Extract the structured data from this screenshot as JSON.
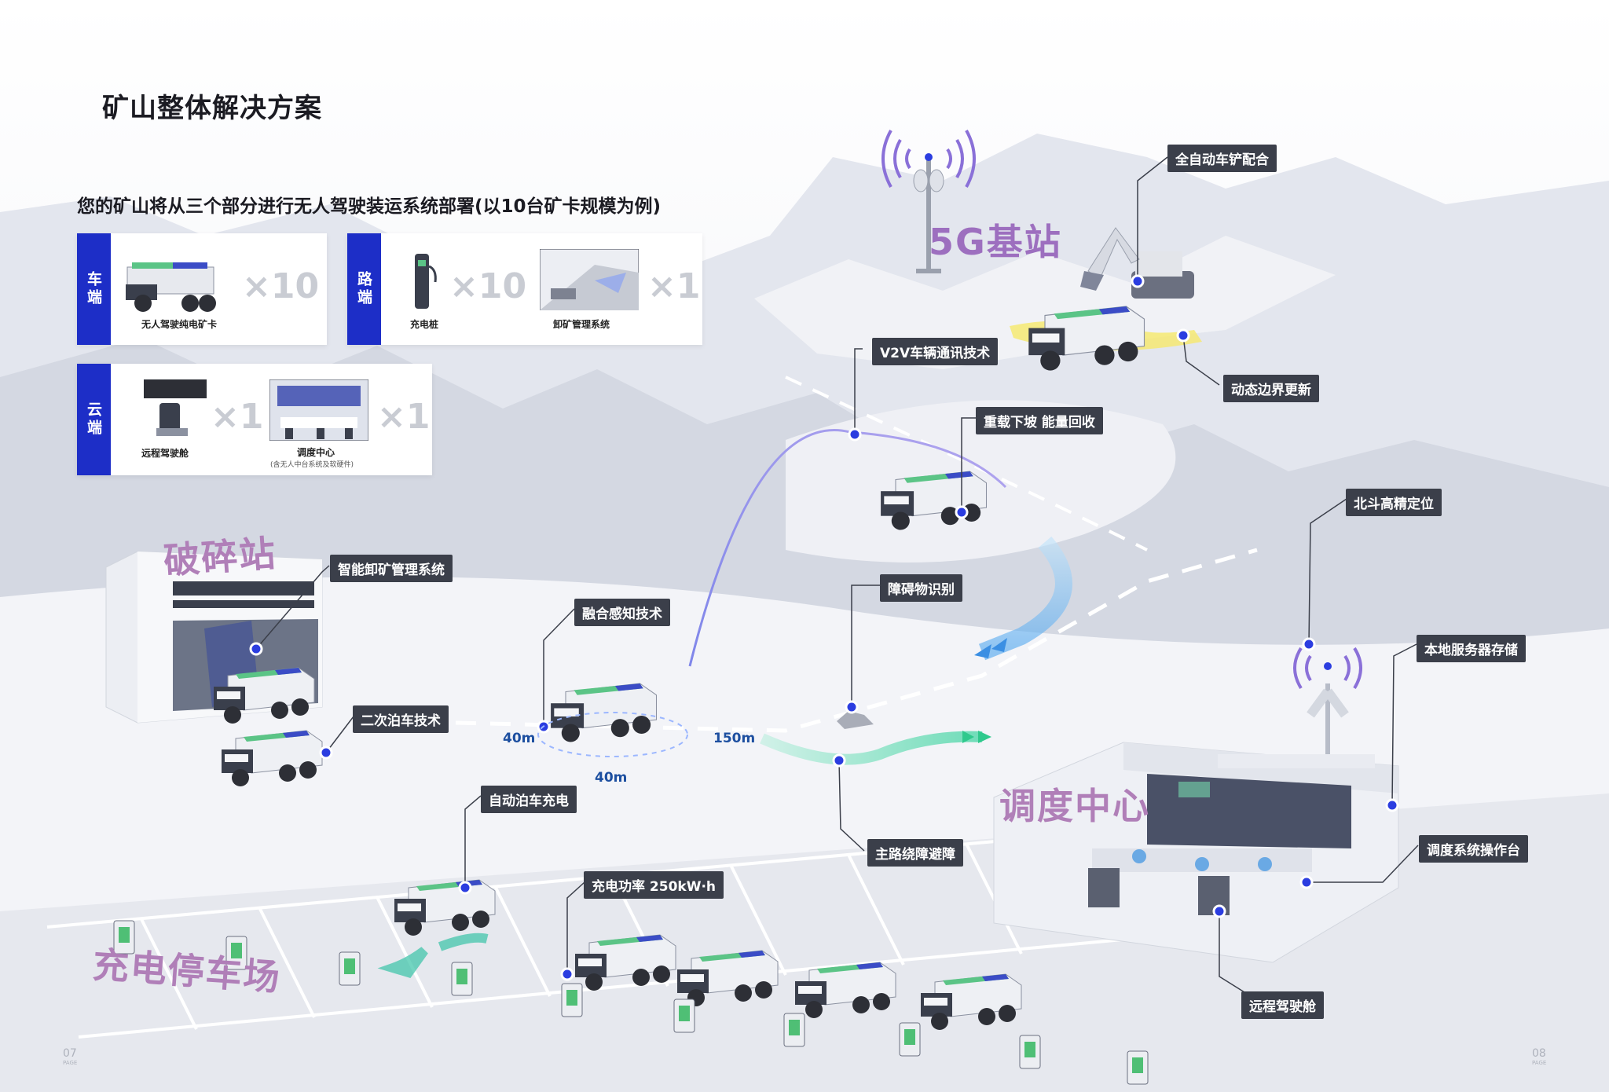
{
  "header": {
    "title": "矿山整体解决方案",
    "subtitle": "您的矿山将从三个部分进行无人驾驶装运系统部署(以10台矿卡规模为例)"
  },
  "cards": {
    "vehicle": {
      "side": "车端",
      "items": [
        {
          "icon": "mining-truck-icon",
          "mult": "×10",
          "caption": "无人驾驶纯电矿卡"
        }
      ]
    },
    "road": {
      "side": "路端",
      "items": [
        {
          "icon": "charging-pile-icon",
          "mult": "×10",
          "caption": "充电桩"
        },
        {
          "icon": "unloading-system-icon",
          "mult": "×1",
          "caption": "卸矿管理系统"
        }
      ]
    },
    "cloud": {
      "side": "云端",
      "items": [
        {
          "icon": "remote-cockpit-icon",
          "mult": "×1",
          "caption": "远程驾驶舱"
        },
        {
          "icon": "dispatch-center-icon",
          "mult": "×1",
          "caption": "调度中心",
          "subcaption": "(含无人中台系统及软硬件)"
        }
      ]
    }
  },
  "zones": {
    "base_station": "5G基站",
    "crusher": "破碎站",
    "dispatch": "调度中心",
    "parking": "充电停车场"
  },
  "callouts": {
    "shovel": "全自动车铲配合",
    "boundary": "动态边界更新",
    "v2v": "V2V车辆通讯技术",
    "downhill": "重载下坡 能量回收",
    "beidou": "北斗高精定位",
    "server": "本地服务器存储",
    "obstacle": "障碍物识别",
    "fusion": "融合感知技术",
    "unload": "智能卸矿管理系统",
    "reverse": "二次泊车技术",
    "autocharge": "自动泊车充电",
    "power": "充电功率 250kW·h",
    "avoid": "主路绕障避障",
    "console": "调度系统操作台",
    "remote": "远程驾驶舱"
  },
  "distances": {
    "left": "40m",
    "right": "150m",
    "bottom": "40m"
  },
  "pages": {
    "left": "07",
    "right": "08",
    "label": "PAGE"
  },
  "colors": {
    "accent": "#1d2ec7",
    "callout_bg": "#3b3f4a",
    "zone_text": "#b07fb8",
    "dot": "#2b3de0"
  }
}
